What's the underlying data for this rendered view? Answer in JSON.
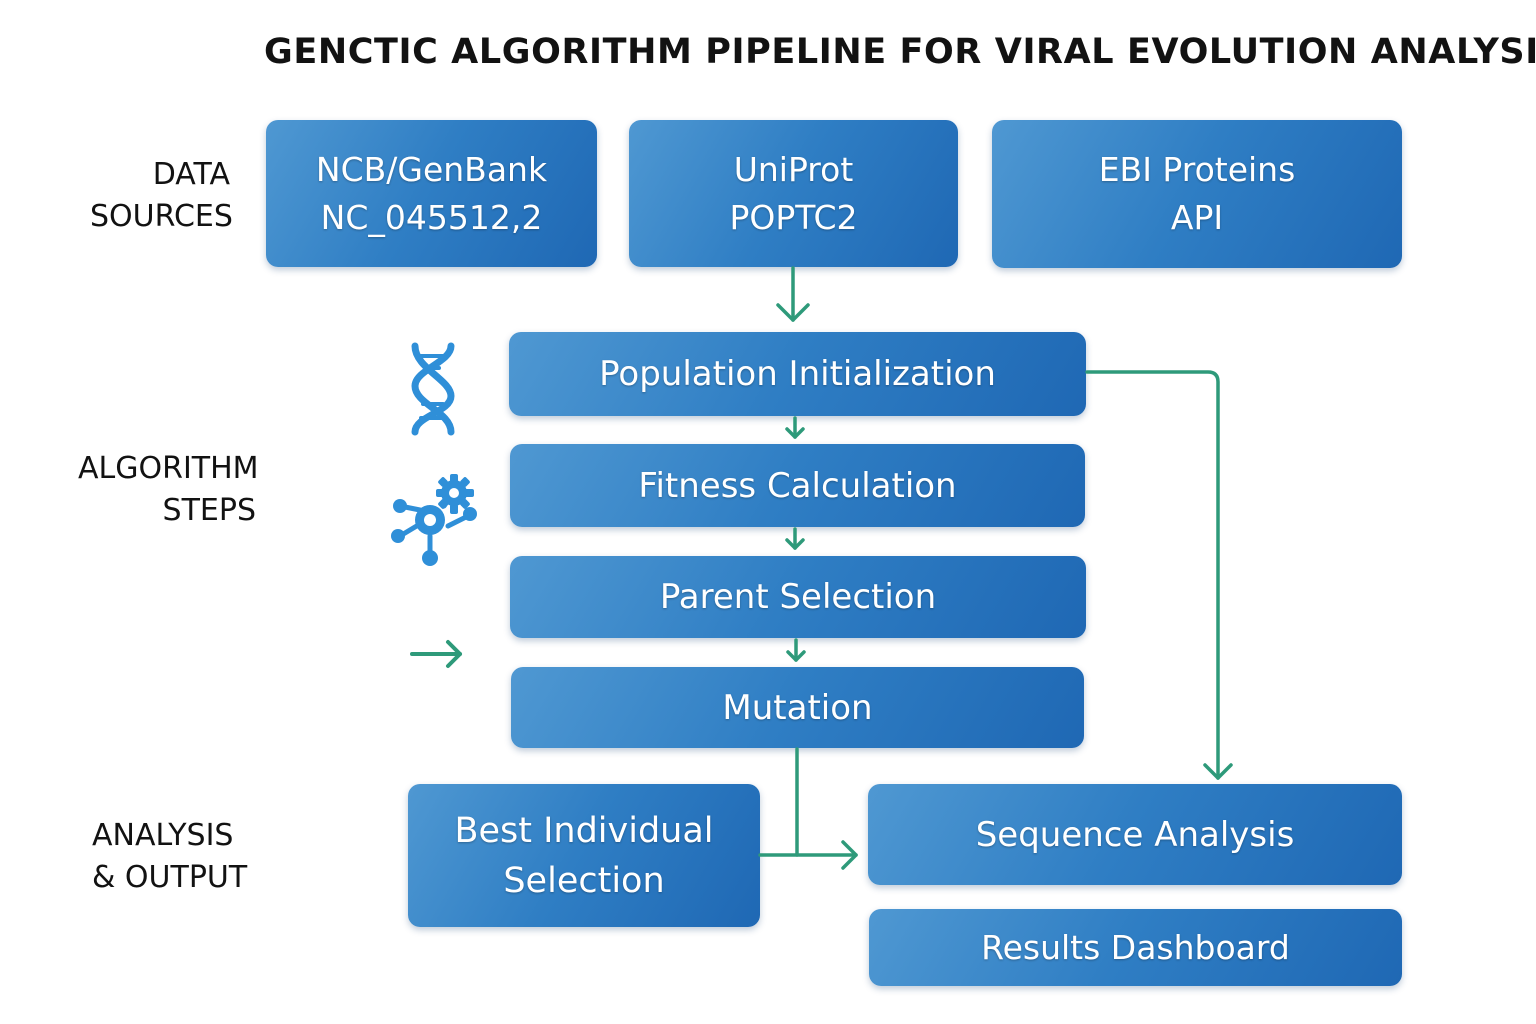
{
  "title": "GENCTIC ALGORITHM PIPELINE FOR VIRAL EVOLUTION ANALYSIS",
  "sections": {
    "data_sources": {
      "line1": "DATA",
      "line2": "SOURCES"
    },
    "algorithm_steps": {
      "line1": "ALGORITHM",
      "line2": "STEPS"
    },
    "analysis_output": {
      "line1": "ANALYSIS",
      "line2": "& OUTPUT"
    }
  },
  "sources": {
    "ncbi": {
      "line1": "NCB/GenBank",
      "line2": "NC_045512,2"
    },
    "uniprot": {
      "line1": "UniProt",
      "line2": "POPTC2"
    },
    "ebi": {
      "line1": "EBI Proteins",
      "line2": "API"
    }
  },
  "steps": {
    "population": "Population Initialization",
    "fitness": "Fitness Calculation",
    "parent": "Parent Selection",
    "mutation": "Mutation"
  },
  "outputs": {
    "best": {
      "line1": "Best Individual",
      "line2": "Selection"
    },
    "sequence": "Sequence Analysis",
    "dashboard": "Results Dashboard"
  },
  "icons": {
    "dna": "dna-helix-icon",
    "molecule": "molecule-gear-icon",
    "arrow": "right-arrow-icon"
  },
  "colors": {
    "box_light": "#4f98d2",
    "box_dark": "#1f68b4",
    "connector": "#2e9a7a",
    "icon_blue": "#2f8fd8",
    "text_dark": "#121212"
  }
}
